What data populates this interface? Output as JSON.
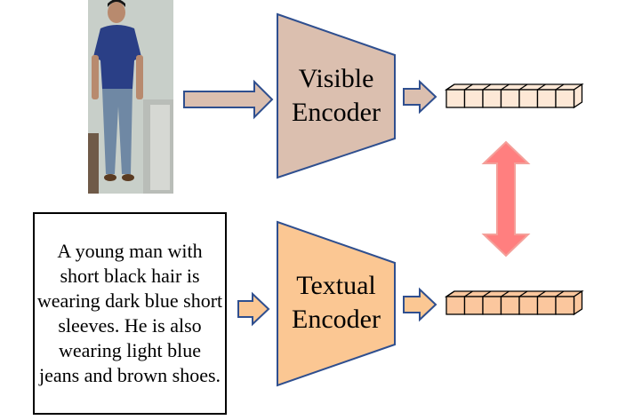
{
  "person_image": {
    "description_icon": "person-photo",
    "colors": {
      "background": "#c8cfc9",
      "shirt": "#2a3f86",
      "jeans": "#6f88a4",
      "skin": "#b88a6e",
      "hair": "#161616",
      "shoes": "#5a3b22",
      "wall_panel": "#b9bdb8"
    }
  },
  "caption": {
    "text": "A young man with short black hair is wearing dark blue short sleeves. He is also wearing light blue jeans and brown shoes."
  },
  "visible_encoder": {
    "label_line1": "Visible",
    "label_line2": "Encoder",
    "fill": "#dbbfaf",
    "stroke": "#2f4f8f"
  },
  "textual_encoder": {
    "label_line1": "Textual",
    "label_line2": "Encoder",
    "fill": "#fbc793",
    "stroke": "#2f4f8f"
  },
  "arrows": {
    "fill_visible": "#dbbfaf",
    "fill_textual": "#fbc793",
    "stroke": "#2f4f8f",
    "align_arrow_fill": "#ff7f7f",
    "align_arrow_stroke": "#f4a09a"
  },
  "feature_vectors": {
    "visible_fill": "#fde8d6",
    "textual_fill": "#fbc79e",
    "stroke": "#000000",
    "cell_count": 7
  }
}
